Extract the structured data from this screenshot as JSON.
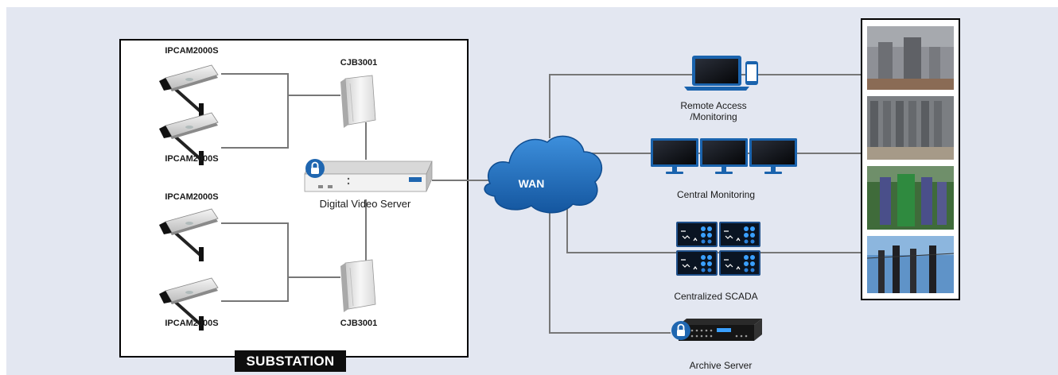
{
  "substation": {
    "badge": "SUBSTATION",
    "cameras": [
      "IPCAM2000S",
      "IPCAM2000S",
      "IPCAM2000S",
      "IPCAM2000S"
    ],
    "junction_boxes": [
      "CJB3001",
      "CJB3001"
    ],
    "video_server": "Digital Video Server"
  },
  "network": {
    "cloud": "WAN"
  },
  "endpoints": {
    "remote_line1": "Remote Access",
    "remote_line2": "/Monitoring",
    "central_monitoring": "Central Monitoring",
    "scada": "Centralized SCADA",
    "archive": "Archive Server"
  },
  "colors": {
    "background": "#e3e7f1",
    "line": "#777777",
    "cloud": "#1e6fbf",
    "lock": "#1f66b0",
    "badge": "#0d0d0d"
  }
}
